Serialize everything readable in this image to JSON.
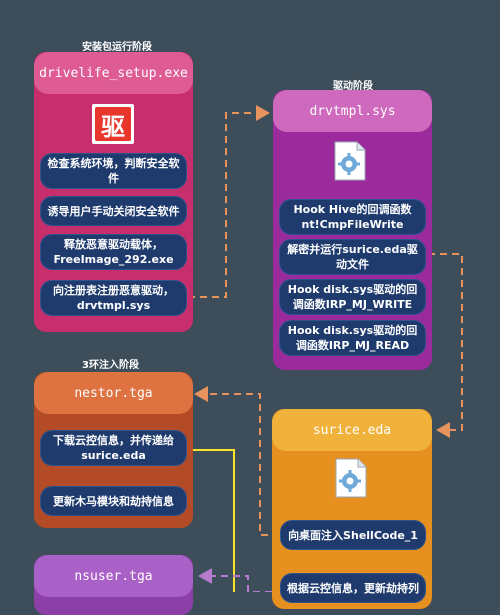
{
  "stages": {
    "installer": "安装包运行阶段",
    "driver": "驱动阶段",
    "ring3": "3环注入阶段"
  },
  "columns": {
    "drivelife": {
      "title": "drivelife_setup.exe",
      "icon": "drivelife-logo-icon",
      "icon_text": "驱",
      "steps": [
        "检查系统环境，判断安全软件",
        "诱导用户手动关闭安全软件",
        "释放恶意驱动载体，FreeImage_292.exe",
        "向注册表注册恶意驱动，drvtmpl.sys"
      ]
    },
    "drvtmpl": {
      "title": "drvtmpl.sys",
      "icon": "gear-file-icon",
      "steps": [
        "Hook Hive的回调函数nt!CmpFileWrite",
        "解密并运行surice.eda驱动文件",
        "Hook disk.sys驱动的回调函数IRP_MJ_WRITE",
        "Hook disk.sys驱动的回调函数IRP_MJ_READ"
      ]
    },
    "nestor": {
      "title": "nestor.tga",
      "steps": [
        "下载云控信息，并传递给surice.eda",
        "更新木马模块和劫持信息"
      ]
    },
    "surice": {
      "title": "surice.eda",
      "icon": "gear-file-icon",
      "steps": [
        "向桌面注入ShellCode_1",
        "根据云控信息，更新劫持列"
      ]
    },
    "nsuser": {
      "title": "nsuser.tga"
    }
  },
  "colors": {
    "background": "#3d4d5a",
    "pink": "#c72f6c",
    "pink_header": "#df5b93",
    "purple": "#9b2a9c",
    "purple_header": "#cf69bd",
    "orange": "#b24b26",
    "orange_header": "#de7240",
    "amber": "#e6901f",
    "amber_header": "#f1b23c",
    "violet_header": "#a961c7",
    "pill": "#1f3b6e",
    "connector_dash": "#e7935d",
    "connector_yellow": "#f5e42a",
    "connector_violet": "#b77ccf"
  }
}
